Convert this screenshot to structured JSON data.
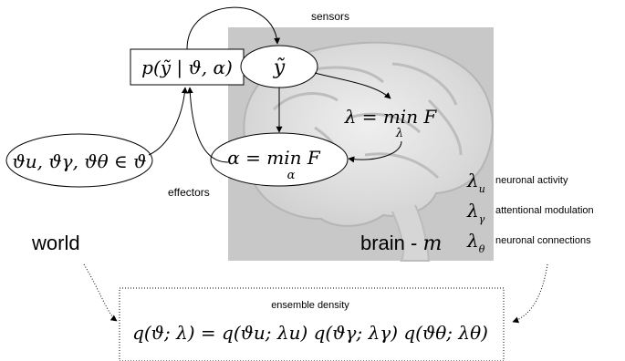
{
  "labels": {
    "sensors": "sensors",
    "effectors": "effectors",
    "world": "world",
    "brain": "brain - ",
    "brain_m": "m",
    "ensemble_density": "ensemble density"
  },
  "world_node": {
    "formula": "ϑu, ϑγ, ϑθ ∈ ϑ"
  },
  "process_box": {
    "formula": "p(ỹ | ϑ, α)"
  },
  "sensor_node": {
    "formula": "ỹ"
  },
  "action_node": {
    "formula": "α = min F",
    "subscript": "α"
  },
  "perception_node": {
    "formula": "λ = min F",
    "subscript": "λ"
  },
  "legend": [
    {
      "symbol": "λ",
      "sub": "u",
      "text": "neuronal activity"
    },
    {
      "symbol": "λ",
      "sub": "γ",
      "text": "attentional modulation"
    },
    {
      "symbol": "λ",
      "sub": "θ",
      "text": "neuronal connections"
    }
  ],
  "ensemble": {
    "formula": "q(ϑ; λ) = q(ϑu; λu) q(ϑγ; λγ) q(ϑθ; λθ)"
  },
  "colors": {
    "brain_background": "#c9c9c9",
    "line": "#000000"
  }
}
